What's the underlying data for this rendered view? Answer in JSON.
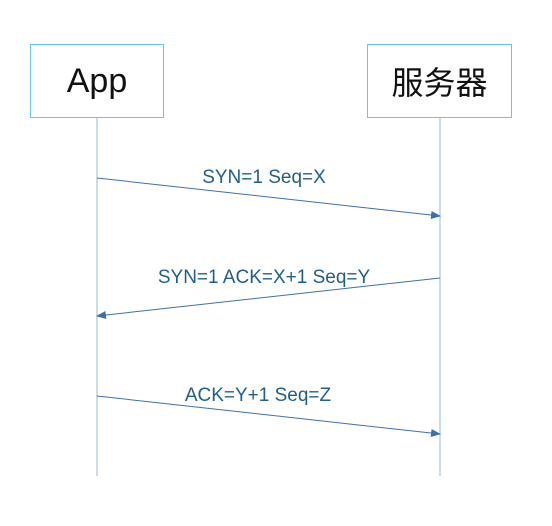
{
  "actors": {
    "app": "App",
    "server": "服务器"
  },
  "messages": [
    {
      "label": "SYN=1 Seq=X",
      "direction": "app-to-server"
    },
    {
      "label": "SYN=1 ACK=X+1 Seq=Y",
      "direction": "server-to-app"
    },
    {
      "label": "ACK=Y+1 Seq=Z",
      "direction": "app-to-server"
    }
  ],
  "colors": {
    "box_border": "#5fc9e6",
    "lifeline": "#8fb8d8",
    "arrow": "#3c6fb0",
    "label_text": "#1f5f8a"
  }
}
